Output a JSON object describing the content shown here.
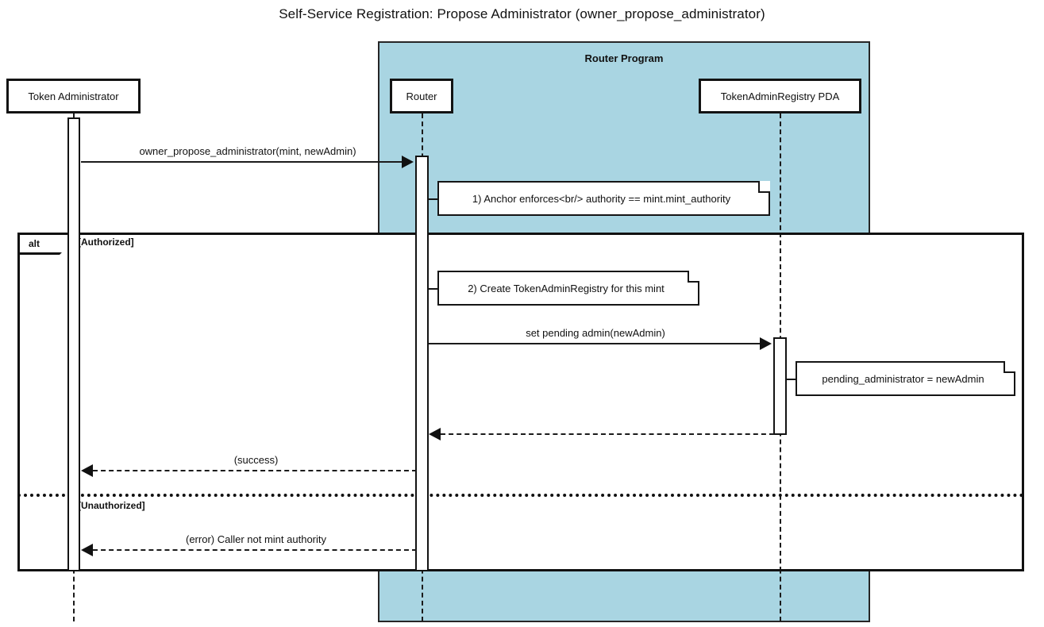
{
  "title": "Self-Service Registration: Propose Administrator (owner_propose_administrator)",
  "group": {
    "label": "Router Program",
    "color": "#a9d5e2"
  },
  "participants": [
    {
      "id": "actor",
      "label": "Token Administrator"
    },
    {
      "id": "router",
      "label": "Router"
    },
    {
      "id": "pda",
      "label": "TokenAdminRegistry PDA"
    }
  ],
  "fragment": {
    "type": "alt",
    "branches": [
      {
        "condition": "[Authorized]"
      },
      {
        "condition": "[Unauthorized]"
      }
    ]
  },
  "messages": [
    {
      "id": "m1",
      "label": "owner_propose_administrator(mint, newAdmin)",
      "from": "actor",
      "to": "router",
      "style": "solid",
      "direction": "right"
    },
    {
      "id": "m2",
      "label": "set pending admin(newAdmin)",
      "from": "router",
      "to": "pda",
      "style": "solid",
      "direction": "right"
    },
    {
      "id": "m3",
      "label": "",
      "from": "pda",
      "to": "router",
      "style": "dashed",
      "direction": "left"
    },
    {
      "id": "m4",
      "label": "(success)",
      "from": "router",
      "to": "actor",
      "style": "dashed",
      "direction": "left"
    },
    {
      "id": "m5",
      "label": "(error) Caller not mint authority",
      "from": "router",
      "to": "actor",
      "style": "dashed",
      "direction": "left"
    }
  ],
  "notes": [
    {
      "id": "n1",
      "text": "1) Anchor enforces<br/> authority == mint.mint_authority",
      "anchor": "router"
    },
    {
      "id": "n2",
      "text": "2) Create TokenAdminRegistry for this mint",
      "anchor": "router"
    },
    {
      "id": "n3",
      "text": "pending_administrator = newAdmin",
      "anchor": "pda"
    }
  ]
}
